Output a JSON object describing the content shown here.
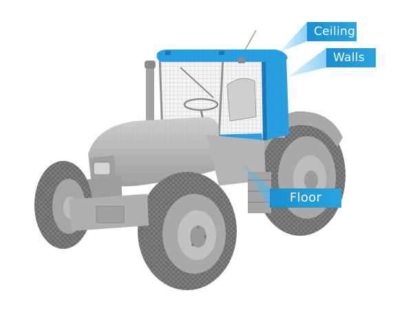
{
  "labels": {
    "ceiling": "Ceiling",
    "walls": "Walls",
    "floor": "Floor"
  },
  "colors": {
    "highlight": "#2a9fe2",
    "label_bg": "#1e95d6",
    "body_grey": "#b8b8b8",
    "tire_grey": "#8a8a8a"
  }
}
